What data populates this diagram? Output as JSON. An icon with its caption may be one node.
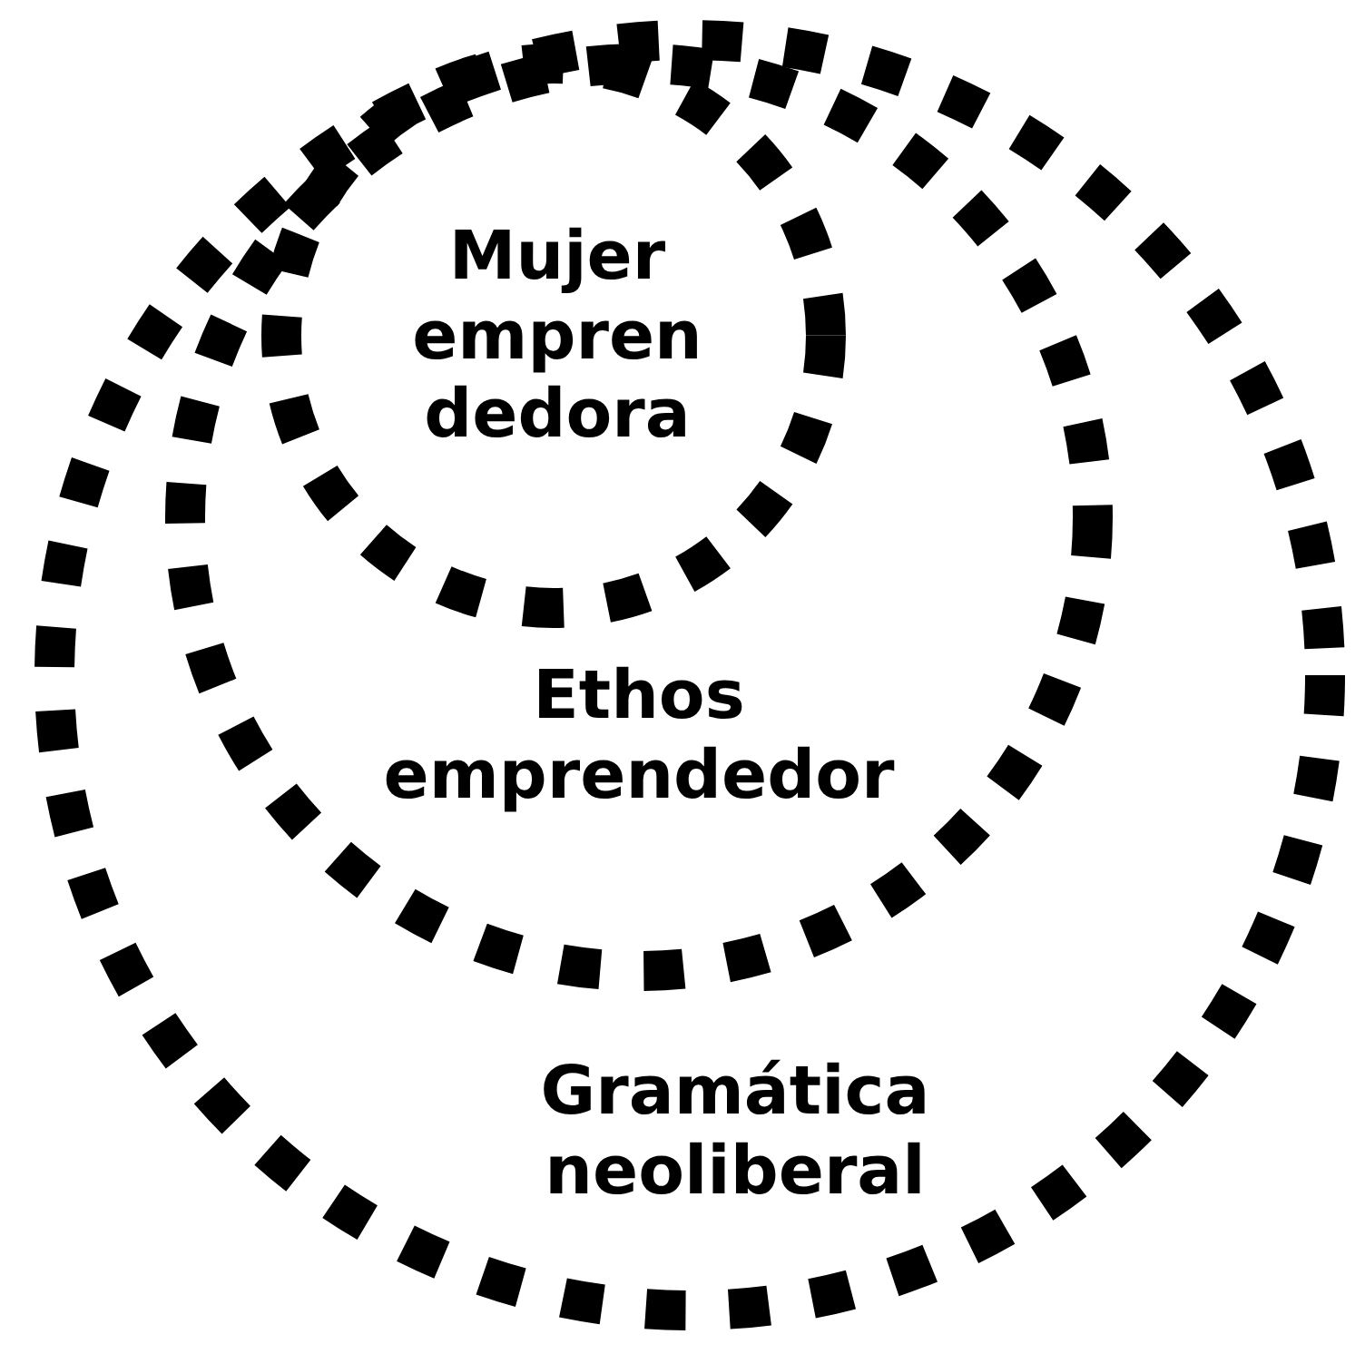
{
  "diagram": {
    "nodes": [
      {
        "text": [
          "Gramática neoliberal"
        ]
      },
      {
        "text": [
          "Ethos emprendedor"
        ],
        "in": 0
      },
      {
        "text": [
          "Mujer empren dedora"
        ],
        "in": 1
      }
    ]
  }
}
